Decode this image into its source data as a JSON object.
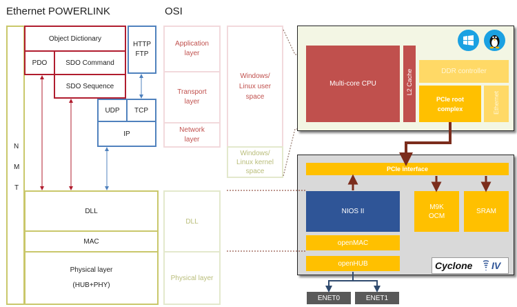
{
  "headers": {
    "powerlink": "Ethernet POWERLINK",
    "osi": "OSI"
  },
  "nmt": [
    "N",
    "M",
    "T"
  ],
  "powerlink_stack": {
    "object_dictionary": "Object Dictionary",
    "pdo": "PDO",
    "sdo_command": "SDO Command",
    "sdo_sequence": "SDO Sequence",
    "http_ftp": [
      "HTTP",
      "FTP"
    ],
    "udp": "UDP",
    "tcp": "TCP",
    "ip": "IP",
    "dll": "DLL",
    "mac": "MAC",
    "physical": [
      "Physical layer",
      "(HUB+PHY)"
    ]
  },
  "osi_layers": {
    "application": [
      "Application",
      "layer"
    ],
    "transport": [
      "Transport",
      "layer"
    ],
    "network": [
      "Network",
      "layer"
    ],
    "dll": "DLL",
    "physical": "Physical layer"
  },
  "os_spaces": {
    "user": [
      "Windows/",
      "Linux user",
      "space"
    ],
    "kernel": [
      "Windows/",
      "Linux kernel",
      "space"
    ]
  },
  "cpu_board": {
    "cpu": "Multi-core CPU",
    "l2": "L2 Cache",
    "ddr": "DDR controller",
    "pcie_root": [
      "PCIe root",
      "complex"
    ],
    "ethernet": "Ethernet",
    "os_icons": [
      "windows-logo",
      "linux-penguin-logo"
    ]
  },
  "fpga_board": {
    "pcie_interface": "PCIe interface",
    "nios": "NIOS II",
    "m9k": [
      "M9K",
      "OCM"
    ],
    "sram": "SRAM",
    "openmac": "openMAC",
    "openhub": "openHUB",
    "brand": "Cyclone",
    "brand_suffix": "IV"
  },
  "ports": [
    "ENET0",
    "ENET1"
  ],
  "colors": {
    "red": "#b01c2e",
    "blue": "#4f81bd",
    "olive": "#c9c76a",
    "cpu_fill": "#c0504d",
    "board_green_bg": "#f3f6e4",
    "board_gray_bg": "#d9d9d9",
    "orange": "#ffc000",
    "nios_fill": "#2f5597",
    "port_fill": "#595959",
    "connector": "#7b2c1c"
  }
}
